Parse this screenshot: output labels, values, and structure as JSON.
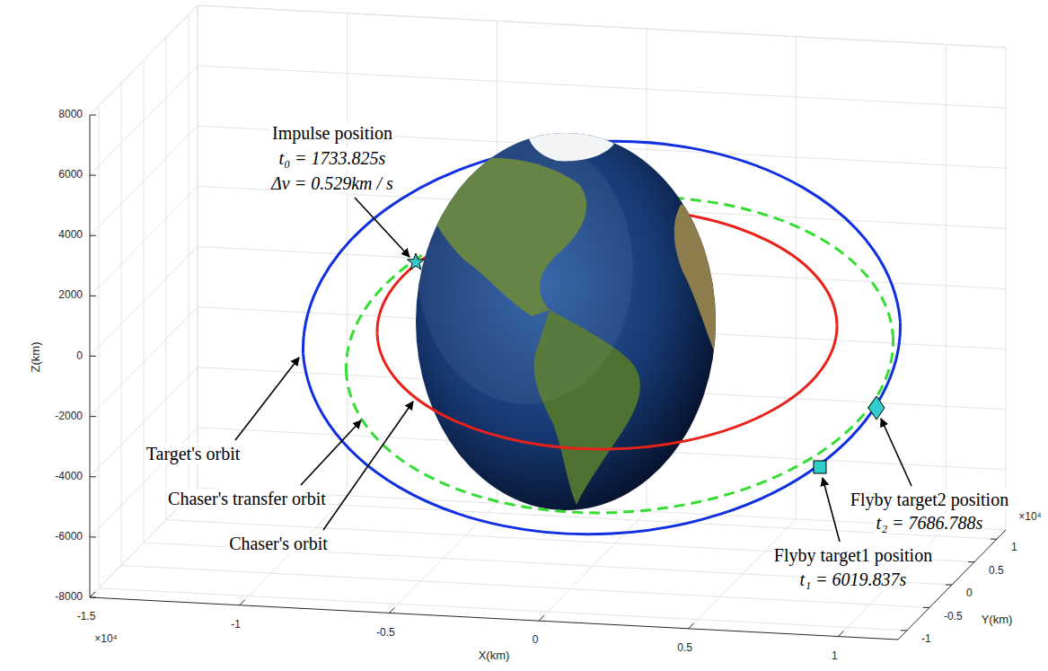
{
  "diagram": {
    "labels": [
      "Impulse position",
      "t₀ = 1733.825s",
      "Δv = 0.529km / s",
      "Target's orbit",
      "Chaser's transfer orbit",
      "Chaser's orbit",
      "Flyby target2 position",
      "t₂ = 7686.788s",
      "Flyby target1 position",
      "t₁ = 6019.837s",
      "Z(km)",
      "8000",
      "6000",
      "4000",
      "2000",
      "0",
      "-2000",
      "-4000",
      "-6000",
      "-8000",
      "X(km)",
      "-1.5",
      "-1",
      "-0.5",
      "0",
      "0.5",
      "1",
      "×10⁴",
      "Y(km)",
      "-1",
      "-0.5",
      "0",
      "0.5",
      "1",
      "×10⁴"
    ]
  }
}
